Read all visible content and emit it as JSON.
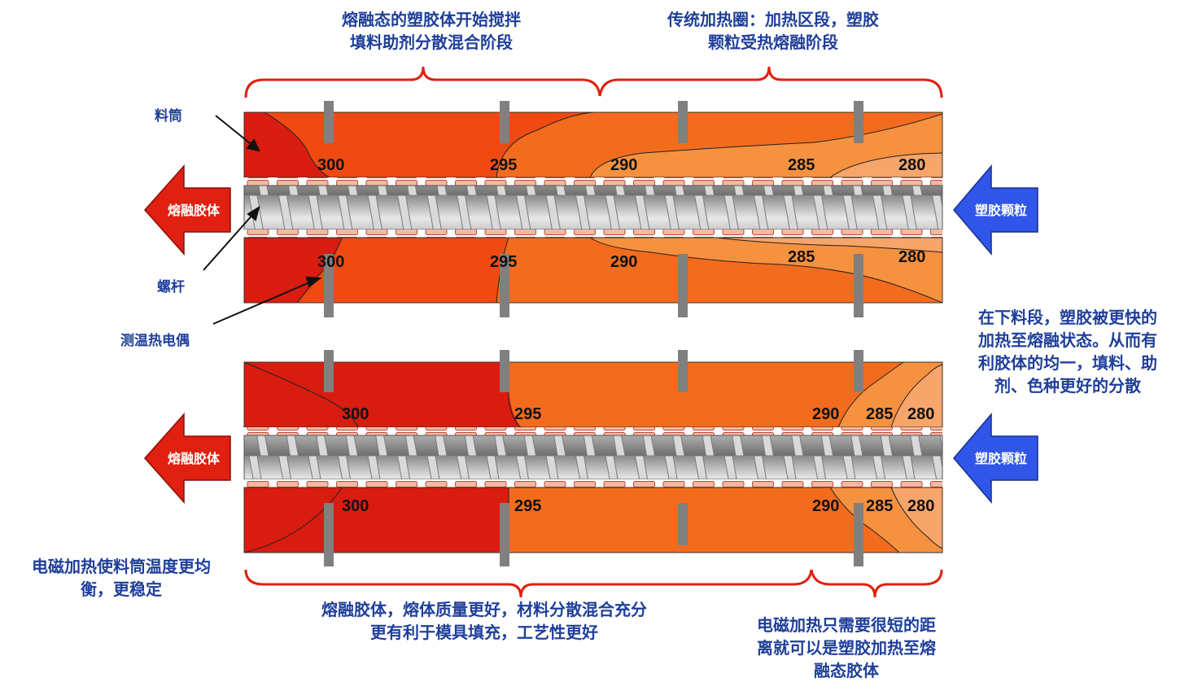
{
  "captions": {
    "top_left": [
      "熔融态的塑胶体开始搅拌",
      "填料助剂分散混合阶段"
    ],
    "top_right": [
      "传统加热圈：加热区段，塑胶",
      "颗粒受热熔融阶段"
    ],
    "right_middle": [
      "在下料段，塑胶被更快的",
      "加热至熔融状态。从而有",
      "利胶体的均一，填料、助",
      "剂、色种更好的分散"
    ],
    "bottom_left": [
      "电磁加热使料筒温度更均",
      "衡，更稳定"
    ],
    "bottom_center": [
      "熔融胶体，熔体质量更好，材料分散混合充分",
      "更有利于模具填充，工艺性更好"
    ],
    "bottom_right": [
      "电磁加热只需要很短的距",
      "离就可以是塑胶加热至熔",
      "融态胶体"
    ]
  },
  "labels": {
    "barrel": "料筒",
    "screw": "螺杆",
    "thermocouple": "测温热电偶"
  },
  "arrows": {
    "output": "熔融胶体",
    "input": "塑胶颗粒"
  },
  "temps_top": [
    "300",
    "295",
    "290",
    "285",
    "280"
  ],
  "temps_bottom": [
    "300",
    "295",
    "290",
    "285",
    "280"
  ],
  "colors": {
    "zone_300": "#d91c10",
    "zone_295": "#f04a12",
    "zone_290": "#f36c1e",
    "zone_285": "#f6913f",
    "zone_280": "#f7a56a",
    "caption_blue": "#1f3f9a",
    "arrow_red": "#e02010",
    "arrow_blue": "#2f56e8",
    "probe_gray": "#808080"
  }
}
